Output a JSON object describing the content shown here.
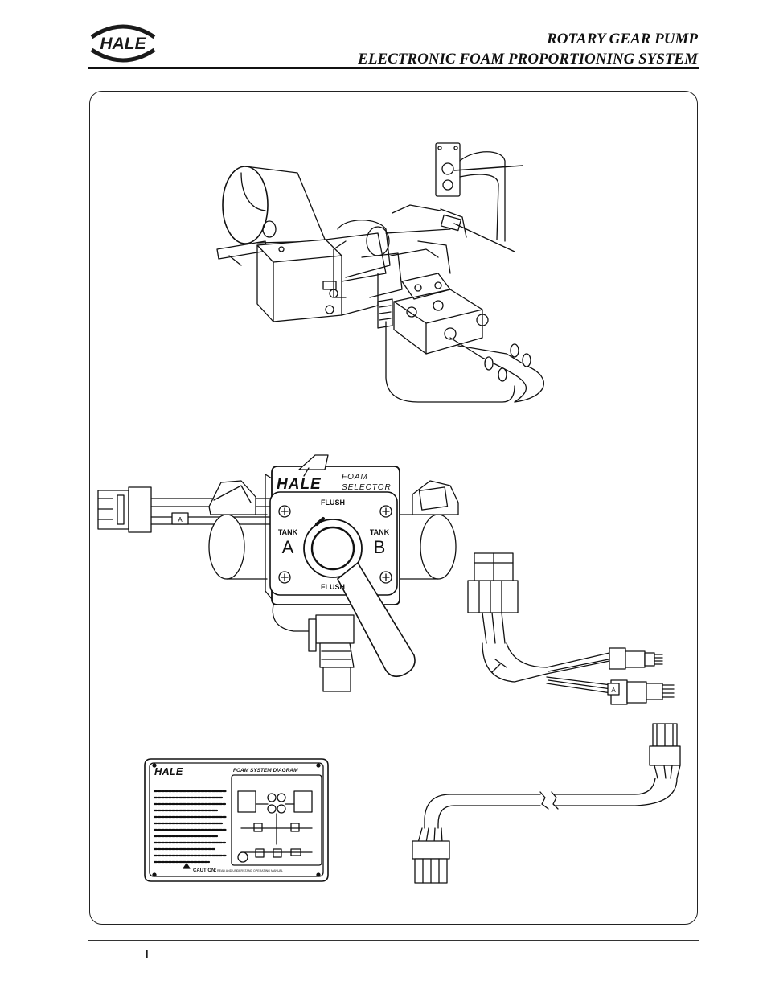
{
  "header": {
    "logo_text": "HALE",
    "title_line1": "ROTARY GEAR PUMP",
    "title_line2": "ELECTRONIC FOAM PROPORTIONING SYSTEM"
  },
  "selector": {
    "brand": "HALE",
    "title_line1": "FOAM",
    "title_line2": "SELECTOR",
    "flush_top": "FLUSH",
    "flush_bottom": "FLUSH",
    "tank_left": "TANK",
    "tank_left_letter": "A",
    "tank_right": "TANK",
    "tank_right_letter": "B",
    "connector_tag": "A"
  },
  "harness": {
    "connector_tag": "A"
  },
  "placard": {
    "brand": "HALE",
    "diagram_title": "FOAM SYSTEM DIAGRAM",
    "caution": "CAUTION:",
    "caution_text": "READ AND UNDERSTAND OPERATING MANUAL"
  },
  "footer": {
    "page_number": "I"
  },
  "colors": {
    "ink": "#111111",
    "paper": "#ffffff"
  }
}
